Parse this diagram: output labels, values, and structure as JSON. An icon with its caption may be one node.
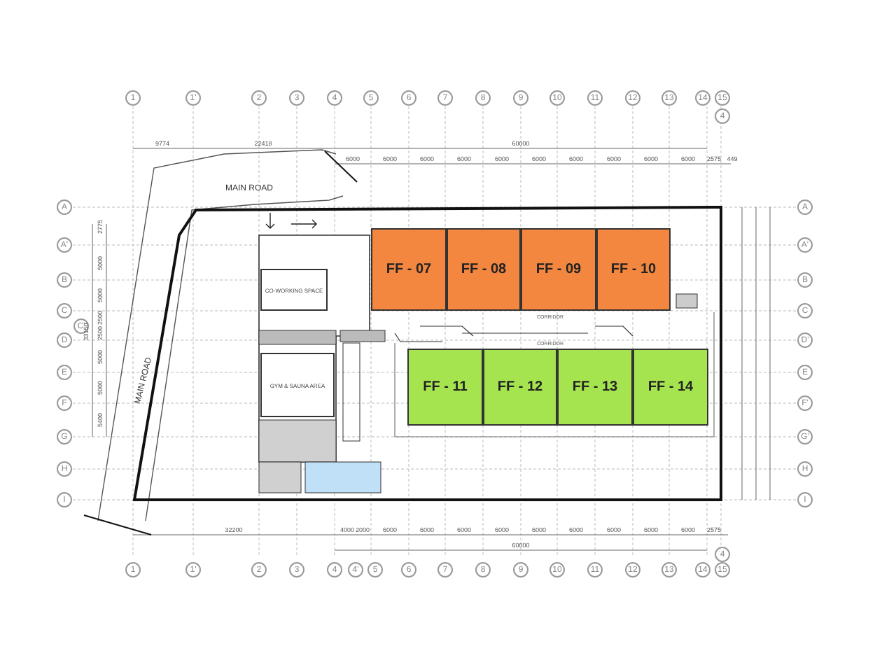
{
  "diagram": {
    "nodes": [
      {
        "text": [
          "FF - 07"
        ]
      },
      {
        "text": [
          "FF - 08"
        ]
      },
      {
        "text": [
          "FF - 09"
        ]
      },
      {
        "text": [
          "FF - 10"
        ]
      },
      {
        "text": [
          "FF - 11"
        ]
      },
      {
        "text": [
          "FF - 12"
        ]
      },
      {
        "text": [
          "FF - 13"
        ]
      },
      {
        "text": [
          "FF - 14"
        ]
      },
      {
        "text": [
          "CO-WORKING SPACE"
        ]
      },
      {
        "text": [
          "GYM & SAUNA AREA"
        ]
      }
    ],
    "labels": [
      "1",
      "1'",
      "2",
      "3",
      "4",
      "5",
      "6",
      "7",
      "8",
      "9",
      "10",
      "11",
      "12",
      "13",
      "14",
      "15",
      "4",
      "9774",
      "22418",
      "60000",
      "6000",
      "6000",
      "6000",
      "6000",
      "6000",
      "6000",
      "6000",
      "6000",
      "6000",
      "6000",
      "2575",
      "449",
      "MAIN ROAD",
      "A",
      "A'",
      "B",
      "C",
      "C'",
      "D",
      "E",
      "F",
      "G",
      "H",
      "I",
      "2775",
      "5000",
      "5000",
      "2500",
      "2500",
      "5000",
      "5000",
      "5400",
      "33150",
      "MAIN ROAD",
      "CORRIDOR",
      "CORRIDOR",
      "A",
      "A'",
      "B",
      "C",
      "D'",
      "E",
      "F'",
      "G'",
      "H",
      "I",
      "32200",
      "4000",
      "2000",
      "6000",
      "6000",
      "6000",
      "6000",
      "6000",
      "6000",
      "6000",
      "6000",
      "6000",
      "2575",
      "60000",
      "4",
      "1",
      "1'",
      "2",
      "3",
      "4",
      "4'",
      "5",
      "6",
      "7",
      "8",
      "9",
      "10",
      "11",
      "12",
      "13",
      "14",
      "15"
    ]
  }
}
